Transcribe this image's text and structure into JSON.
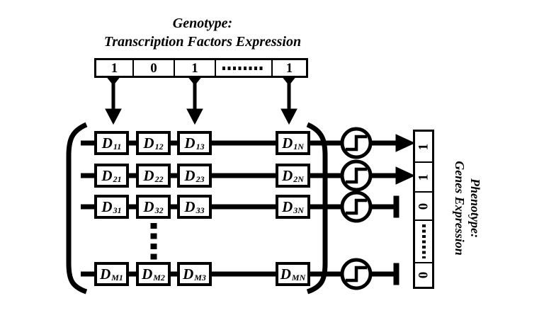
{
  "figure": {
    "genotype": {
      "title_line1": "Genotype:",
      "title_line2": "Transcription Factors Expression",
      "cells": [
        {
          "value": "1"
        },
        {
          "value": "0"
        },
        {
          "value": "1"
        },
        {
          "dots": true
        },
        {
          "value": "1"
        }
      ]
    },
    "matrix": {
      "letter": "D",
      "rows": [
        {
          "subs": [
            "11",
            "12",
            "13",
            "1N"
          ]
        },
        {
          "subs": [
            "21",
            "22",
            "23",
            "2N"
          ]
        },
        {
          "subs": [
            "31",
            "32",
            "33",
            "3N"
          ]
        },
        {
          "subs": [
            "M1",
            "M2",
            "M3",
            "MN"
          ]
        }
      ]
    },
    "phenotype": {
      "label_line1": "Phenotype:",
      "label_line2": "Genes Expression",
      "cells": [
        {
          "value": "1"
        },
        {
          "value": "1"
        },
        {
          "value": "0"
        },
        {
          "dots": true
        },
        {
          "value": "0"
        }
      ]
    },
    "colors": {
      "ink": "#000000",
      "background": "#ffffff"
    }
  }
}
